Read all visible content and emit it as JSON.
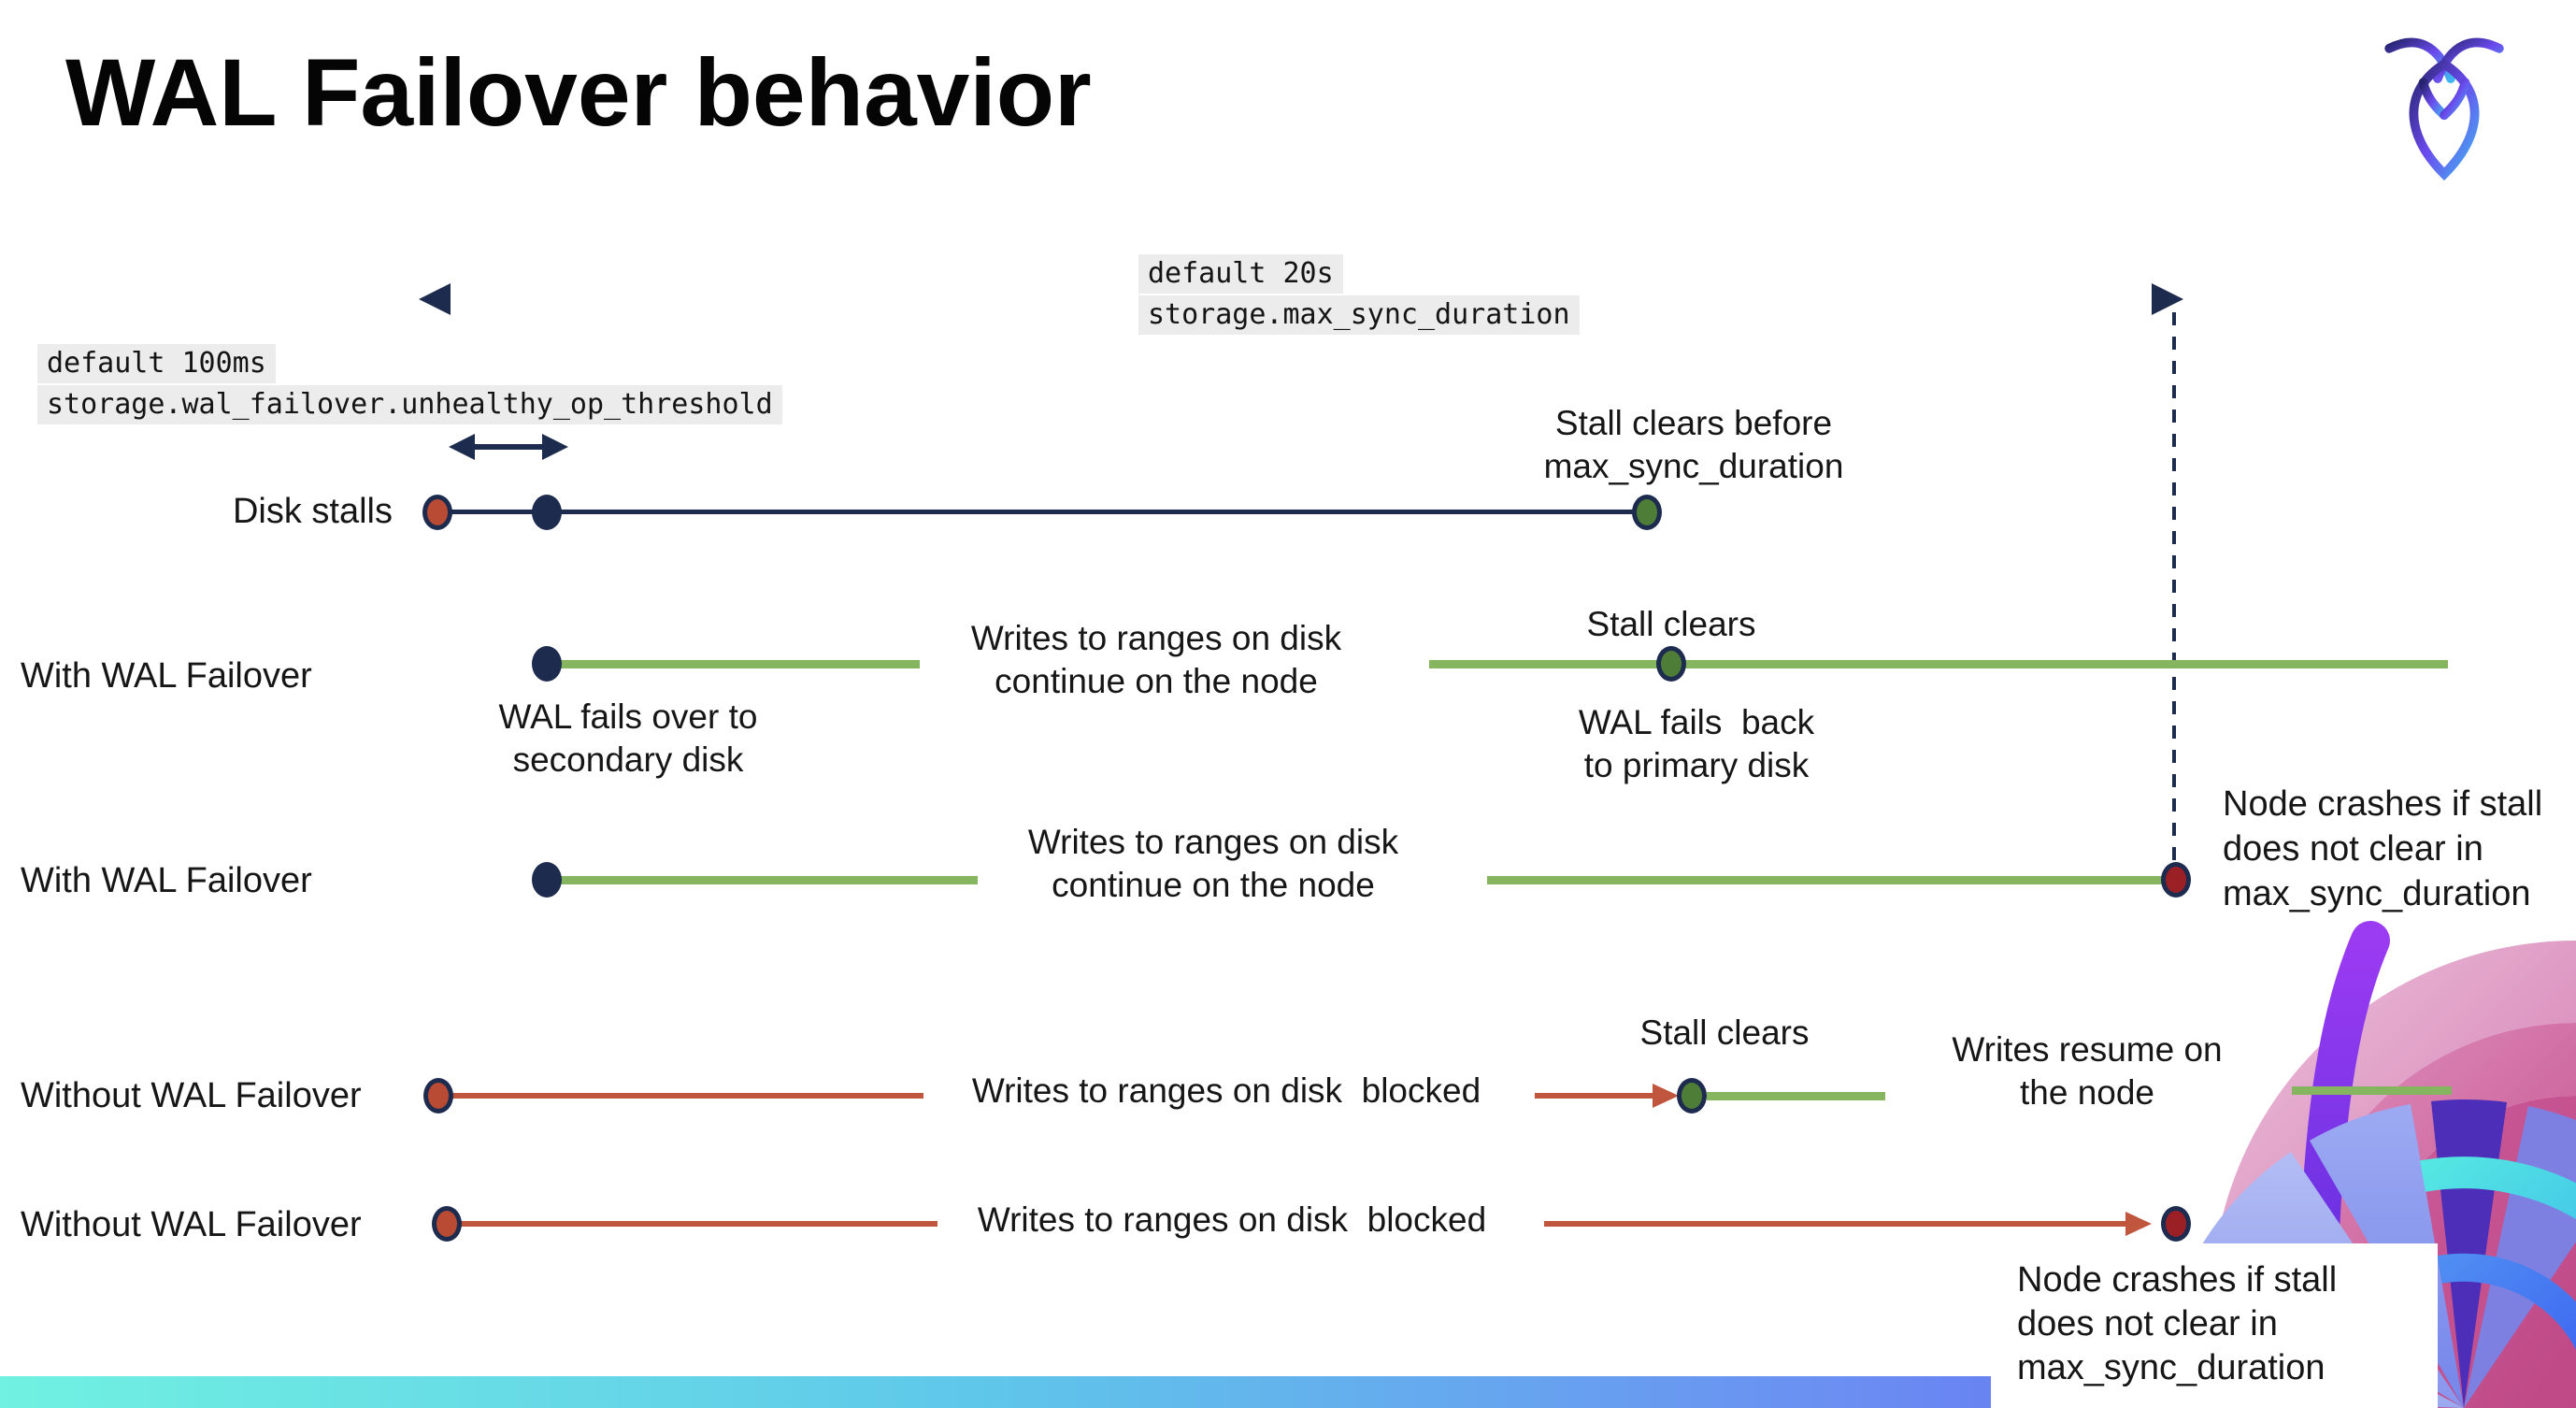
{
  "slide": {
    "title": "WAL Failover behavior",
    "logo": "cockroachdb-logo"
  },
  "settings": {
    "max_sync": {
      "default": "default 20s",
      "name": "storage.max_sync_duration"
    },
    "unhealthy_op": {
      "default": "default 100ms",
      "name": "storage.wal_failover.unhealthy_op_threshold"
    }
  },
  "rows": {
    "disk_stalls": {
      "label": "Disk stalls",
      "stall_clears": "Stall clears before\nmax_sync_duration"
    },
    "with_wal_1": {
      "label": "With WAL Failover",
      "writes": "Writes to ranges on disk\ncontinue on the node",
      "stall_clears": "Stall clears",
      "fails_over": "WAL fails over to\nsecondary disk",
      "fails_back": "WAL fails  back\nto primary disk"
    },
    "with_wal_2": {
      "label": "With WAL Failover",
      "writes": "Writes to ranges on disk\ncontinue on the node",
      "crash": "Node crashes if stall\ndoes not clear in\nmax_sync_duration"
    },
    "without_wal_1": {
      "label": "Without WAL Failover",
      "blocked": "Writes to ranges on disk  blocked",
      "stall_clears": "Stall clears",
      "resume": "Writes resume on\nthe node"
    },
    "without_wal_2": {
      "label": "Without WAL Failover",
      "blocked": "Writes to ranges on disk  blocked",
      "crash": "Node crashes if stall\ndoes not clear in\nmax_sync_duration"
    }
  },
  "colors": {
    "navy": "#1d2b4e",
    "timeline_green": "#85b55e",
    "dot_green": "#4e7d37",
    "timeline_red": "#c0563e",
    "dot_red": "#b94a33",
    "dot_crash": "#9b2026",
    "mono_highlight": "#ececec",
    "bar_gradient": [
      "#70f1e1",
      "#5fc7ea",
      "#6b8ef2",
      "#5a55ee"
    ],
    "logo_gradient": [
      "#26246e",
      "#6b4aee",
      "#41b4f2"
    ]
  }
}
